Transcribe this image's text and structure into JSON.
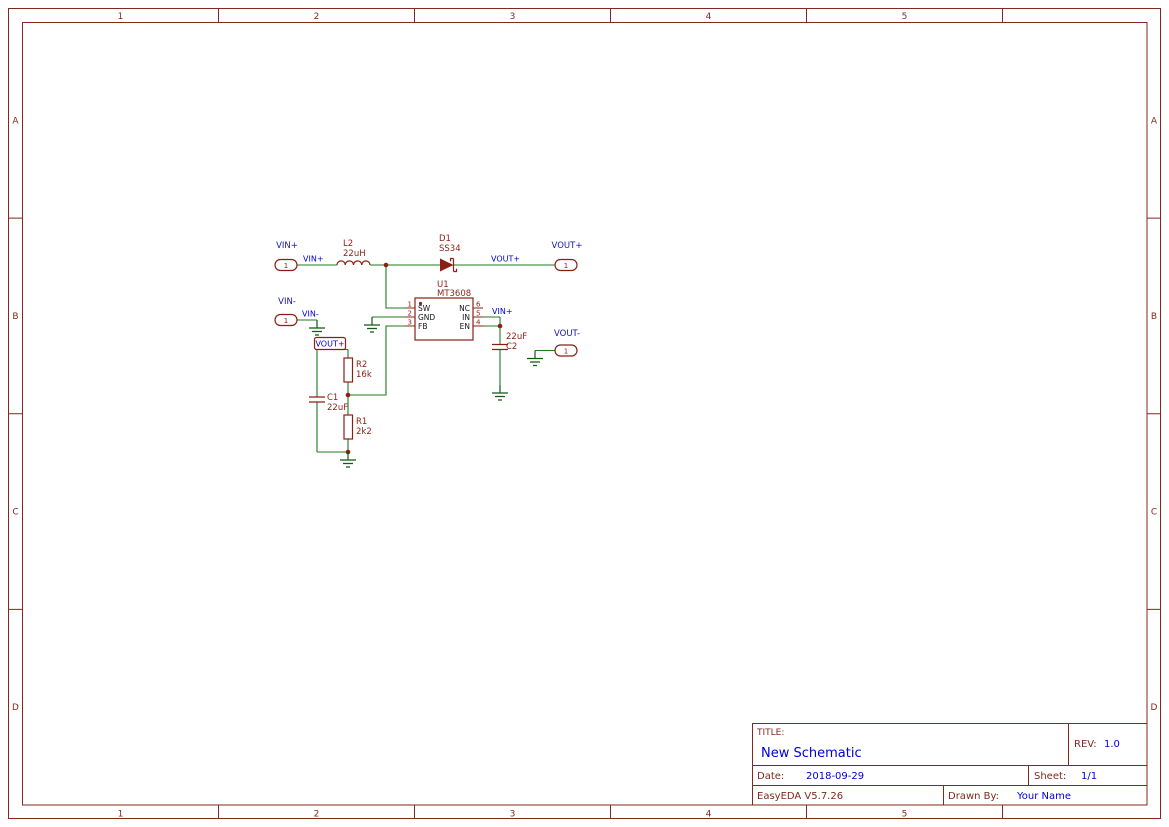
{
  "colors": {
    "frame": "#7f2a1d",
    "symbol": "#8c1f14",
    "wire": "#217a21",
    "ground": "#135813",
    "net_label": "#0000d6",
    "port_label": "#1616a8",
    "pin_name": "#141414",
    "title_blue": "#0000d6"
  },
  "frame": {
    "columns": [
      "1",
      "2",
      "3",
      "4",
      "5"
    ],
    "rows": [
      "A",
      "B",
      "C",
      "D"
    ]
  },
  "schematic": {
    "ports": {
      "vin_plus": {
        "label": "VIN+",
        "pin": "1"
      },
      "vout_plus": {
        "label": "VOUT+",
        "pin": "1"
      },
      "vin_minus": {
        "label": "VIN-",
        "pin": "1"
      },
      "vout_minus": {
        "label": "VOUT-",
        "pin": "1"
      }
    },
    "net_labels": {
      "vin_in": "VIN+",
      "vout_main": "VOUT+",
      "vin_minus": "VIN-",
      "vin_ic": "VIN+",
      "vout_fb": "VOUT+"
    },
    "components": {
      "L2": {
        "ref": "L2",
        "value": "22uH"
      },
      "D1": {
        "ref": "D1",
        "value": "SS34"
      },
      "U1": {
        "ref": "U1",
        "value": "MT3608",
        "pins_left": [
          {
            "num": "1",
            "name": "SW"
          },
          {
            "num": "2",
            "name": "GND"
          },
          {
            "num": "3",
            "name": "FB"
          }
        ],
        "pins_right": [
          {
            "num": "6",
            "name": "NC"
          },
          {
            "num": "5",
            "name": "IN"
          },
          {
            "num": "4",
            "name": "EN"
          }
        ]
      },
      "R2": {
        "ref": "R2",
        "value": "16k"
      },
      "R1": {
        "ref": "R1",
        "value": "2k2"
      },
      "C1": {
        "ref": "C1",
        "value": "22uF"
      },
      "C2": {
        "ref": "C2",
        "value": "22uF"
      }
    }
  },
  "title_block": {
    "title_label": "TITLE:",
    "title": "New Schematic",
    "rev_label": "REV:",
    "rev": "1.0",
    "date_label": "Date:",
    "date": "2018-09-29",
    "sheet_label": "Sheet:",
    "sheet": "1/1",
    "software": "EasyEDA V5.7.26",
    "drawn_by_label": "Drawn By:",
    "drawn_by": "Your Name"
  }
}
